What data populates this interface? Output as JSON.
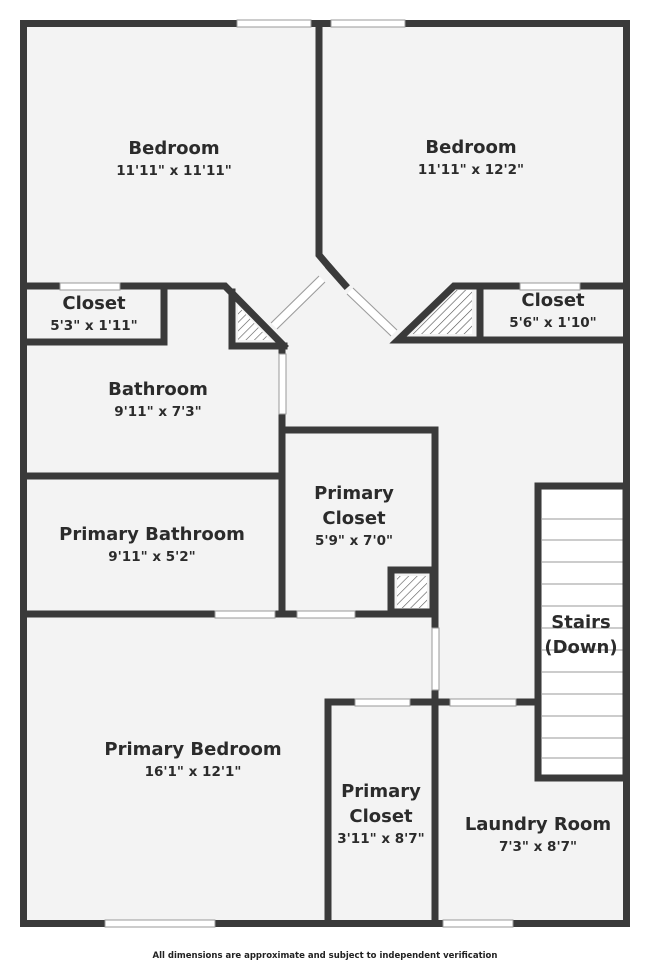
{
  "rooms": {
    "bedroom_left": {
      "name": "Bedroom",
      "dims": "11'11\" x 11'11\""
    },
    "bedroom_right": {
      "name": "Bedroom",
      "dims": "11'11\" x 12'2\""
    },
    "closet_left": {
      "name": "Closet",
      "dims": "5'3\" x 1'11\""
    },
    "closet_right": {
      "name": "Closet",
      "dims": "5'6\" x 1'10\""
    },
    "bathroom": {
      "name": "Bathroom",
      "dims": "9'11\" x 7'3\""
    },
    "primary_bathroom": {
      "name": "Primary Bathroom",
      "dims": "9'11\" x 5'2\""
    },
    "primary_closet_upper": {
      "name_line1": "Primary",
      "name_line2": "Closet",
      "dims": "5'9\" x 7'0\""
    },
    "stairs": {
      "name_line1": "Stairs",
      "name_line2": "(Down)"
    },
    "primary_bedroom": {
      "name": "Primary Bedroom",
      "dims": "16'1\" x 12'1\""
    },
    "primary_closet_lower": {
      "name_line1": "Primary",
      "name_line2": "Closet",
      "dims": "3'11\" x 8'7\""
    },
    "laundry_room": {
      "name": "Laundry Room",
      "dims": "7'3\" x 8'7\""
    }
  },
  "disclaimer": "All dimensions are approximate and subject to independent verification",
  "colors": {
    "wall": "#3a3a3a",
    "floor": "#f3f3f3",
    "opening": "#ffffff",
    "text": "#2b2b2b"
  }
}
